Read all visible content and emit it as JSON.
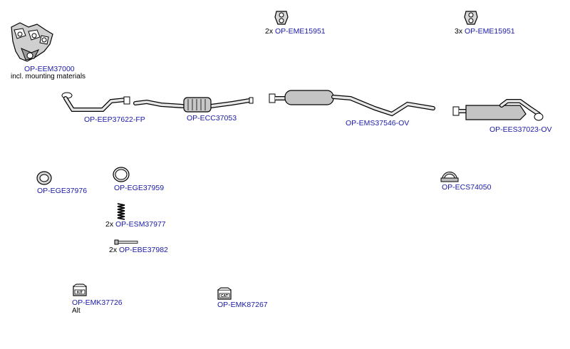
{
  "colors": {
    "link": "#1a1aa6",
    "line": "#000000",
    "fill": "#bdbdbd",
    "fill_light": "#e0e0e0"
  },
  "parts": {
    "manifold": {
      "code": "OP-EEM37000",
      "note": "incl. mounting materials",
      "icon": "exhaust-manifold-icon"
    },
    "hanger_1": {
      "qty": "2x",
      "code": "OP-EME15951",
      "icon": "rubber-hanger-icon"
    },
    "hanger_2": {
      "qty": "3x",
      "code": "OP-EME15951",
      "icon": "rubber-hanger-icon"
    },
    "front_pipe": {
      "code": "OP-EEP37622-FP",
      "icon": "front-pipe-icon"
    },
    "catalyst": {
      "code": "OP-ECC37053",
      "icon": "catalytic-converter-icon"
    },
    "middle_silencer": {
      "code": "OP-EMS37546-OV",
      "icon": "middle-silencer-icon"
    },
    "rear_silencer": {
      "code": "OP-EES37023-OV",
      "icon": "rear-silencer-icon"
    },
    "gasket_1": {
      "code": "OP-EGE37976",
      "icon": "gasket-ring-icon"
    },
    "gasket_2": {
      "code": "OP-EGE37959",
      "icon": "gasket-ring-icon"
    },
    "clamp": {
      "code": "OP-ECS74050",
      "icon": "clamp-icon"
    },
    "spring": {
      "qty": "2x",
      "code": "OP-ESM37977",
      "icon": "spring-icon"
    },
    "bolt": {
      "qty": "2x",
      "code": "OP-EBE37982",
      "icon": "bolt-icon"
    },
    "kit_1": {
      "code": "OP-EMK37726",
      "note": "Alt",
      "badge": "KIT",
      "icon": "mounting-kit-icon"
    },
    "kit_2": {
      "code": "OP-EMK87267",
      "badge": "CAT",
      "icon": "mounting-kit-icon"
    }
  }
}
